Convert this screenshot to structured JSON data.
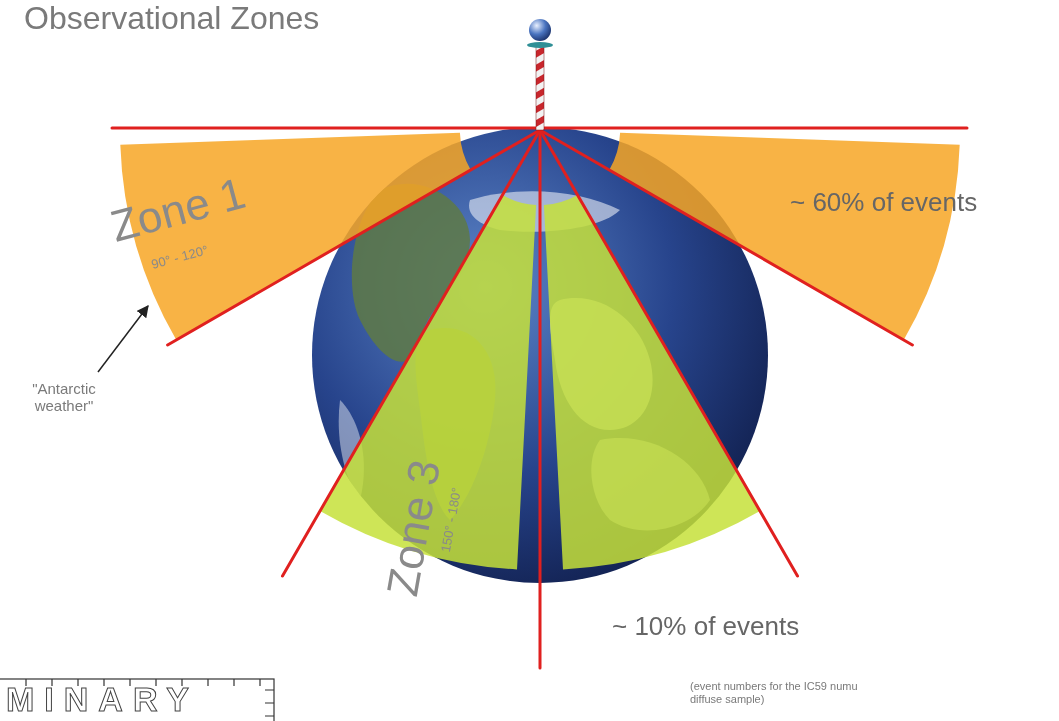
{
  "diagram": {
    "title": "Observational Zones",
    "labels": [
      "Zone 1",
      "90° - 120°",
      "\"Antarctic weather\"",
      "~ 60% of events",
      "Zone 3",
      "150° - 180°",
      "~ 10% of events",
      "(event numbers for the IC59 numu diffuse sample)",
      "MINARY"
    ]
  }
}
